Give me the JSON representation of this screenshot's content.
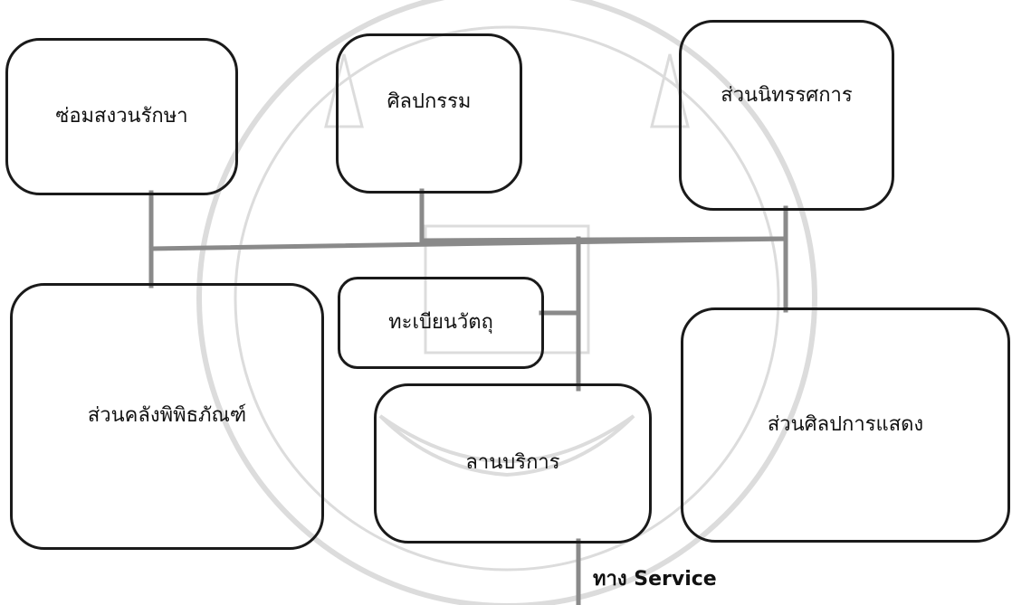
{
  "boxes": {
    "repair_restoration": "ซ่อมสงวนรักษา",
    "art": "ศิลปกรรม",
    "exhibition": "ส่วนนิทรรศการ",
    "registration": "ทะเบียนวัตถุ",
    "storage": "ส่วนคลังพิพิธภัณฑ์",
    "service_yard": "ลานบริการ",
    "performing_arts": "ส่วนศิลปการแสดง"
  },
  "service_entry_label": "ทาง Service",
  "colors": {
    "box_border": "#1a1a1a",
    "connector_line": "#8a8a8a",
    "watermark": "#d9d9d9"
  }
}
